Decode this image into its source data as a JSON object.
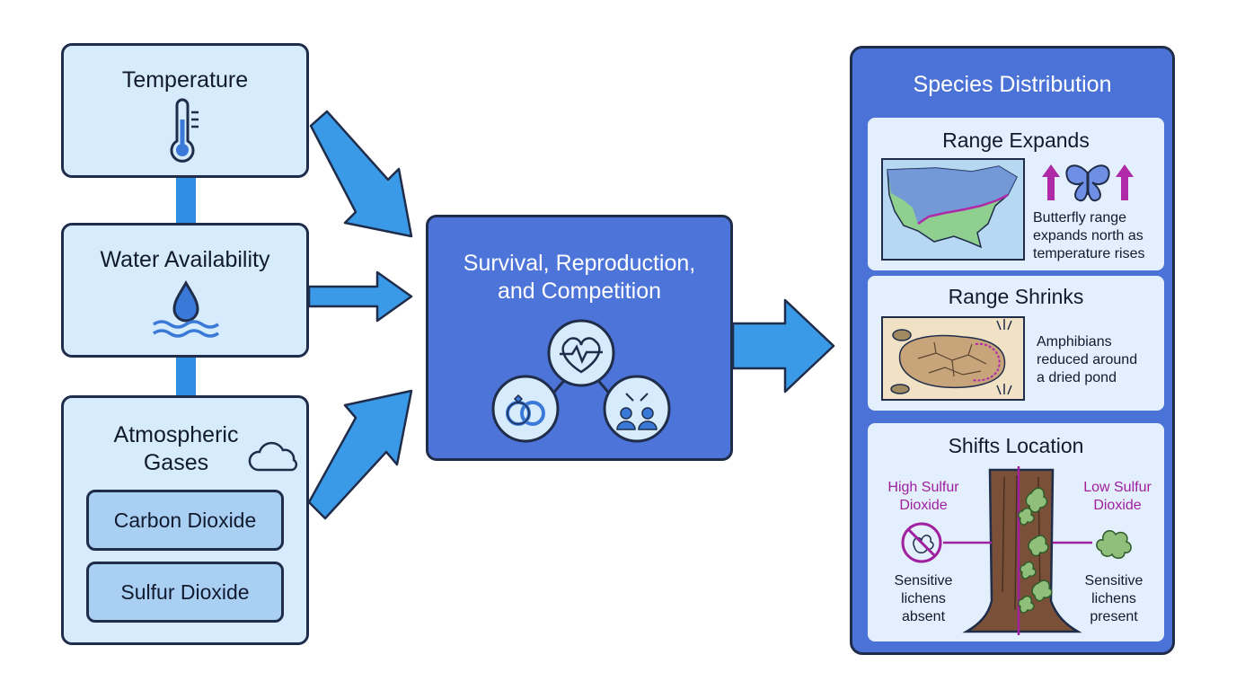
{
  "factors": {
    "temperature": "Temperature",
    "water": "Water Availability",
    "gases": {
      "title_line1": "Atmospheric",
      "title_line2": "Gases",
      "items": [
        "Carbon Dioxide",
        "Sulfur Dioxide"
      ]
    }
  },
  "center": {
    "line1": "Survival, Reproduction,",
    "line2": "and Competition"
  },
  "panel": {
    "title": "Species Distribution",
    "expands": {
      "title": "Range Expands",
      "caption": [
        "Butterfly range",
        "expands north as",
        "temperature rises"
      ]
    },
    "shrinks": {
      "title": "Range Shrinks",
      "caption": [
        "Amphibians",
        "reduced around",
        "a dried pond"
      ]
    },
    "shifts": {
      "title": "Shifts Location",
      "left_label": [
        "High Sulfur",
        "Dioxide"
      ],
      "right_label": [
        "Low Sulfur",
        "Dioxide"
      ],
      "left_caption": [
        "Sensitive",
        "lichens",
        "absent"
      ],
      "right_caption": [
        "Sensitive",
        "lichens",
        "present"
      ]
    }
  },
  "colors": {
    "light_box": "#d6ebfb",
    "arrow": "#3a9ae8",
    "center_box": "#4d74d8",
    "outline": "#1f2d4a",
    "magenta": "#a0209f"
  },
  "icons": [
    "thermometer-icon",
    "water-drop-icon",
    "cloud-icon",
    "heart-pulse-icon",
    "rings-icon",
    "competition-icon",
    "butterfly-icon",
    "map-icon",
    "frog-icon",
    "tree-trunk-icon",
    "lichen-icon",
    "no-lichen-icon"
  ]
}
